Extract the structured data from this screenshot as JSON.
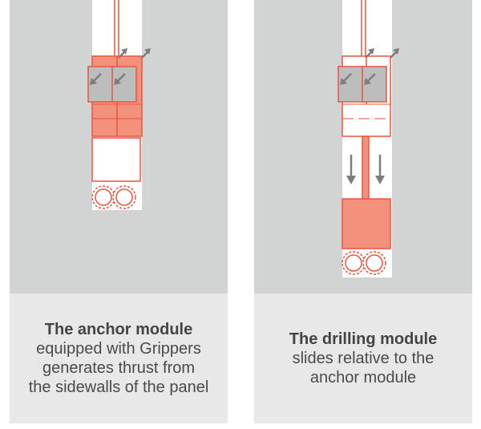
{
  "colors": {
    "wall": "#d2d3d3",
    "caption_bg": "#e8e8e8",
    "accent": "#e9543f",
    "accent_fill": "#f3917d",
    "gripper": "#bdbdbd",
    "arrow": "#7d7d7d",
    "text": "#4a4a4a"
  },
  "panels": [
    {
      "title": "The anchor module",
      "body_lines": [
        "equipped with Grippers",
        "generates thrust from",
        "the sidewalls of the panel"
      ]
    },
    {
      "title": "The drilling module",
      "body_lines": [
        "slides relative to the",
        "anchor module"
      ]
    }
  ]
}
